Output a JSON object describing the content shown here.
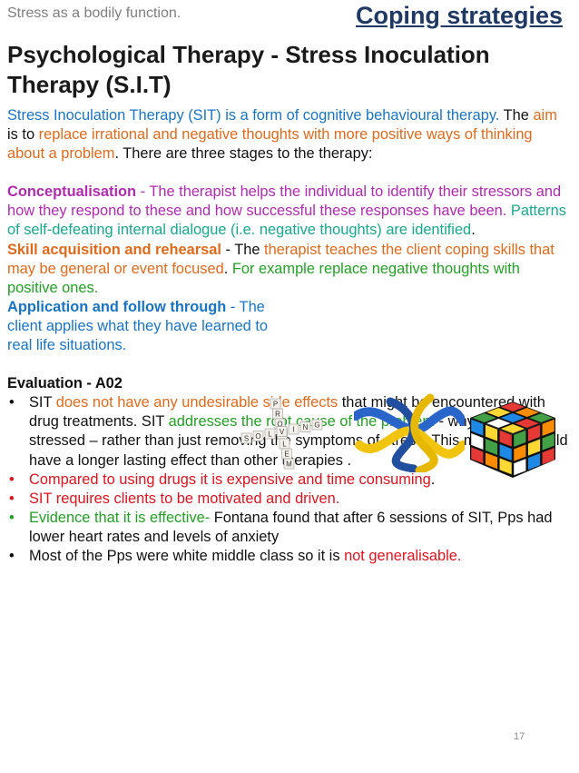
{
  "header": {
    "subtitle": "Stress as a bodily function.",
    "section_title": "Coping strategies",
    "main_title": "Psychological Therapy - Stress Inoculation Therapy (S.I.T)"
  },
  "intro": {
    "s1": "Stress Inoculation Therapy (SIT) is a form of cognitive behavioural therapy.",
    "s2": " The ",
    "s3": "aim",
    "s4": " is to ",
    "s5": "replace irrational and negative thoughts with more positive ways of thinking about a problem",
    "s6": ". There are three stages to the therapy:"
  },
  "stages": {
    "concept_title": "Conceptualisation",
    "concept_text": " - The therapist helps the individual to identify their stressors and how they respond to these and how successful these responses have been.",
    "concept_text2": " Patterns of self-defeating internal dialogue (i.e. negative thoughts) are identified",
    "concept_end": ".",
    "skill_title": "Skill acquisition and rehearsal",
    "skill_text1": " - The ",
    "skill_text2": "therapist teaches the client coping skills that may be general or event focused",
    "skill_text3": ".",
    "skill_text4": " For example replace negative thoughts with positive ones.",
    "app_title": "Application and follow through",
    "app_text": " - The client applies what they have learned to real life situations."
  },
  "evaluation": {
    "heading": "Evaluation - A02",
    "bullet_symbol": "•",
    "b1_p1": "SIT ",
    "b1_p2": "does not have any undesirable side effects",
    "b1_p3": " that might be encountered with drug treatments. SIT ",
    "b1_p4": "addresses the root cause of the problem",
    "b1_p5": " - why the client is stressed – rather than just removing the symptoms of stress. This means it should have a longer lasting effect than other therapies .",
    "b2_p1": "Compared to using drugs it is expensive and time consuming",
    "b2_p2": ".",
    "b3": "SIT requires clients to be motivated and driven.",
    "b4_p1": "Evidence that it is effective-",
    "b4_p2": " Fontana found that after 6 sessions of SIT, Pps had lower heart rates  and levels of anxiety",
    "b5_p1": "Most of the Pps were white middle class so it is ",
    "b5_p2": "not generalisable."
  },
  "crossword": {
    "problem": "PROBLEM",
    "solving": "SOLVING"
  },
  "slide_number": "17",
  "colors": {
    "cyan": "#1a74c4",
    "orange": "#e06a1c",
    "magenta": "#b12ab1",
    "teal": "#18a88d",
    "green": "#23a025",
    "red": "#e0131e",
    "title_navy": "#1f3864"
  },
  "images": [
    "crossword-image",
    "knot-image",
    "rubiks-cube-image"
  ]
}
